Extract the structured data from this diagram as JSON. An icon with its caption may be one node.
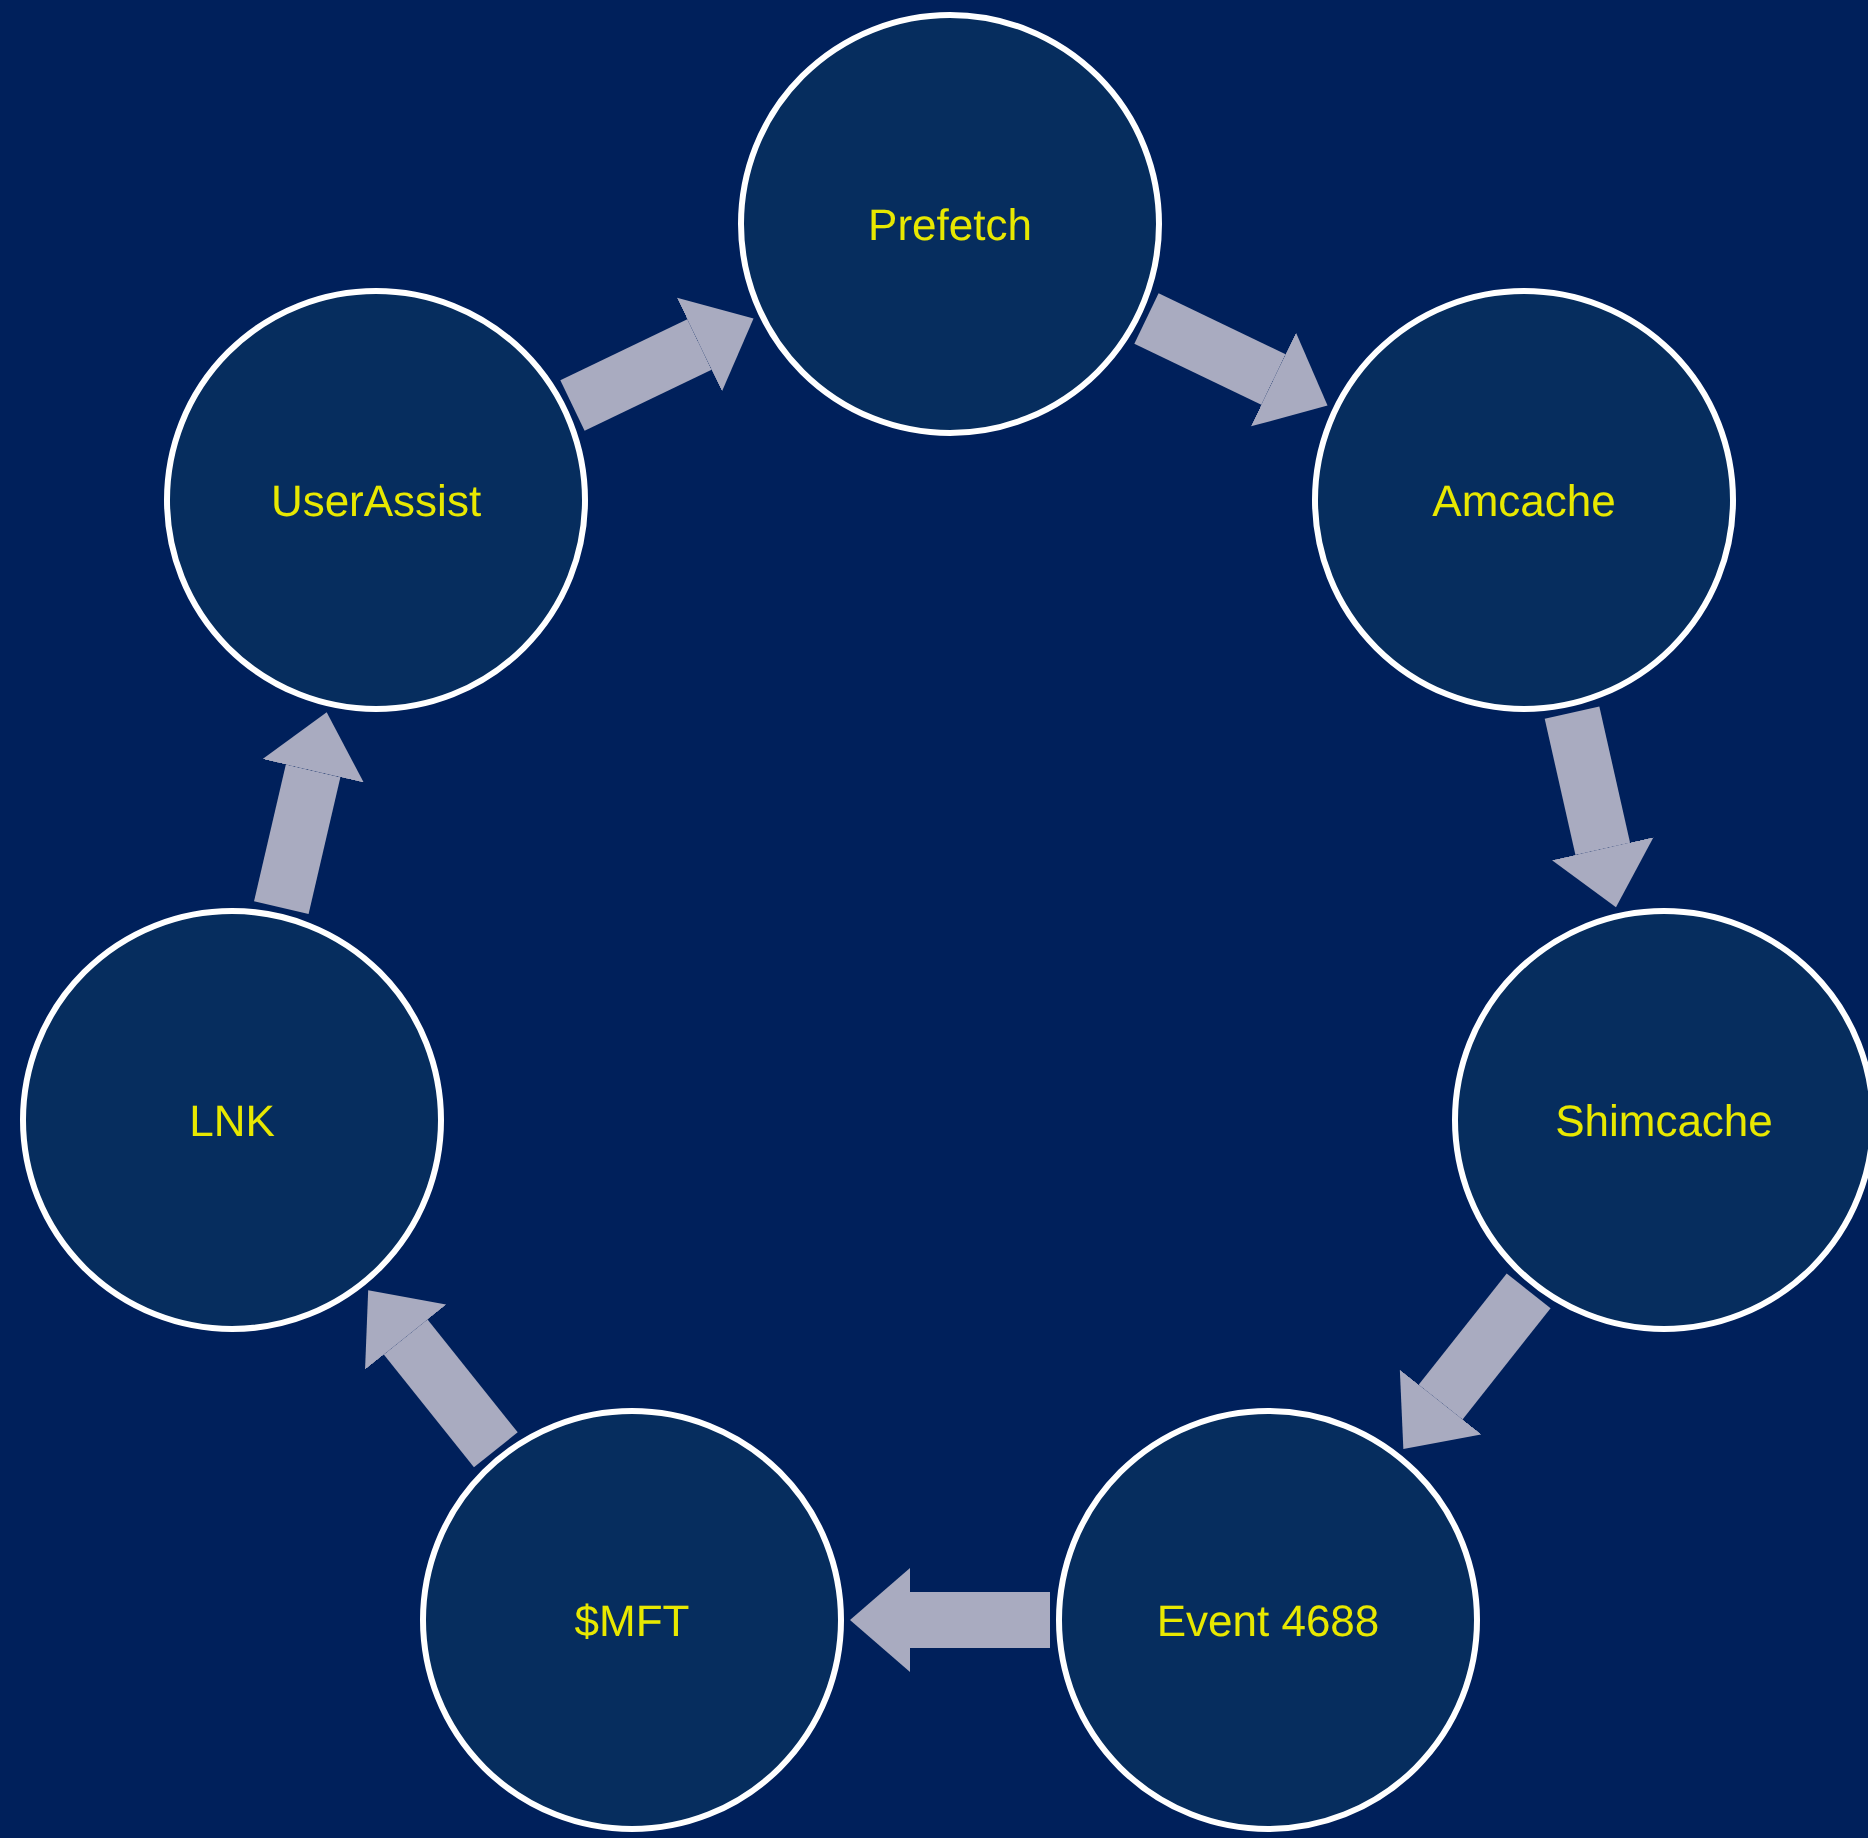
{
  "diagram": {
    "nodes": [
      {
        "text": [
          "Prefetch"
        ]
      },
      {
        "text": [
          "Amcache"
        ]
      },
      {
        "text": [
          "Shimcache"
        ]
      },
      {
        "text": [
          "Event 4688"
        ]
      },
      {
        "text": [
          "$MFT"
        ]
      },
      {
        "text": [
          "LNK"
        ]
      },
      {
        "text": [
          "UserAssist"
        ]
      }
    ],
    "edges": [
      {
        "from": 0,
        "to": 1,
        "arrow": "to"
      },
      {
        "from": 1,
        "to": 2,
        "arrow": "to"
      },
      {
        "from": 2,
        "to": 3,
        "arrow": "to"
      },
      {
        "from": 3,
        "to": 4,
        "arrow": "to"
      },
      {
        "from": 4,
        "to": 5,
        "arrow": "to"
      },
      {
        "from": 5,
        "to": 6,
        "arrow": "to"
      },
      {
        "from": 6,
        "to": 0,
        "arrow": "to"
      }
    ]
  }
}
